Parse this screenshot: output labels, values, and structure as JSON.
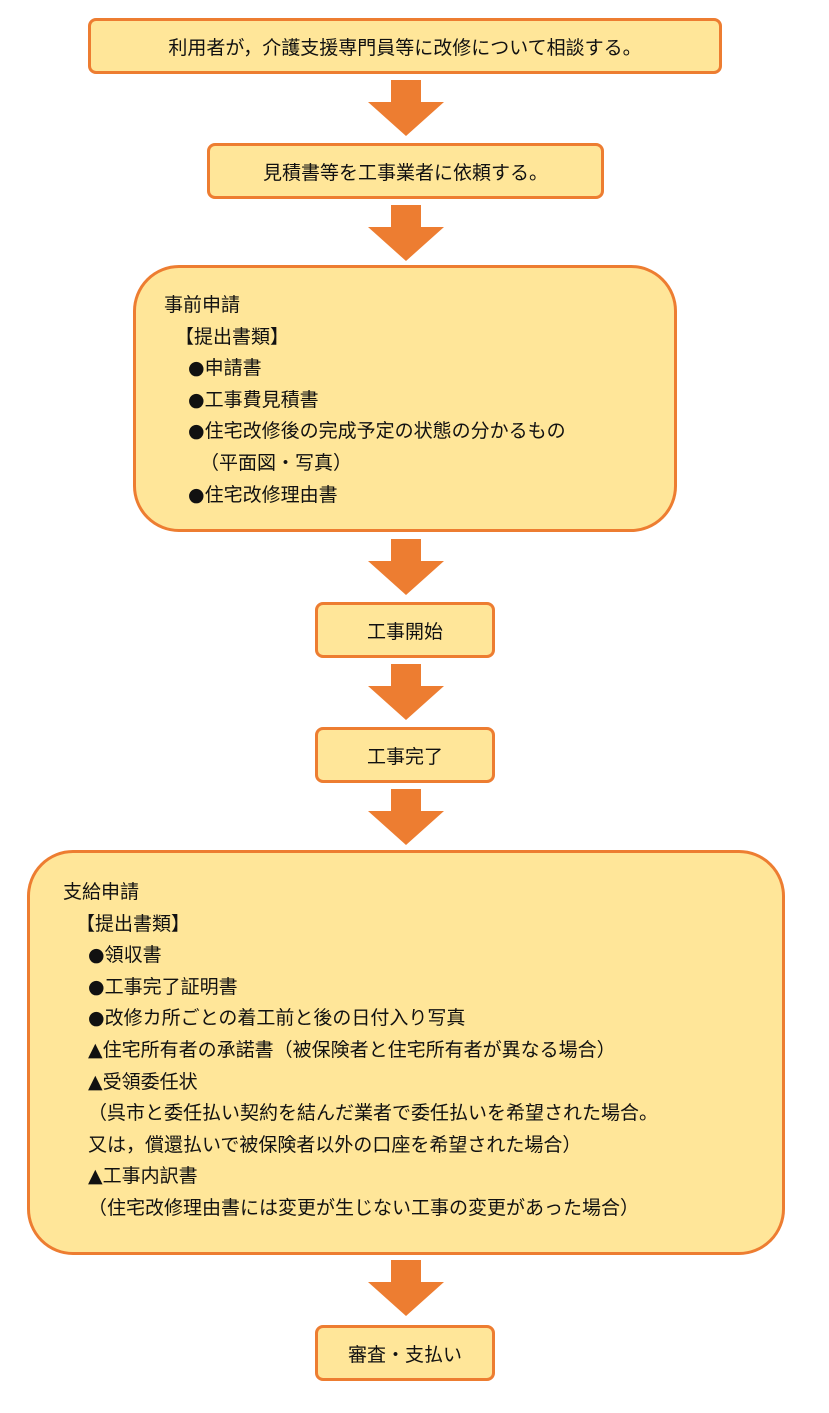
{
  "steps": {
    "consult": "利用者が，介護支援専門員等に改修について相談する。",
    "estimate": "見積書等を工事業者に依頼する。",
    "pre_application": {
      "title": "事前申請",
      "docs_header": "【提出書類】",
      "items": [
        "●申請書",
        "●工事費見積書",
        "●住宅改修後の完成予定の状態の分かるもの",
        "（平面図・写真）",
        "●住宅改修理由書"
      ]
    },
    "start": "工事開始",
    "complete": "工事完了",
    "payment_application": {
      "title": "支給申請",
      "docs_header": "【提出書類】",
      "items": [
        "●領収書",
        "●工事完了証明書",
        "●改修カ所ごとの着工前と後の日付入り写真",
        "▲住宅所有者の承諾書（被保険者と住宅所有者が異なる場合）",
        "▲受領委任状",
        "（呉市と委任払い契約を結んだ業者で委任払いを希望された場合。",
        "又は，償還払いで被保険者以外の口座を希望された場合）",
        "▲工事内訳書",
        "（住宅改修理由書には変更が生じない工事の変更があった場合）"
      ]
    },
    "review": "審査・支払い"
  },
  "colors": {
    "box_fill": "#ffe699",
    "box_border": "#ed7d31",
    "arrow": "#ed7d31"
  }
}
